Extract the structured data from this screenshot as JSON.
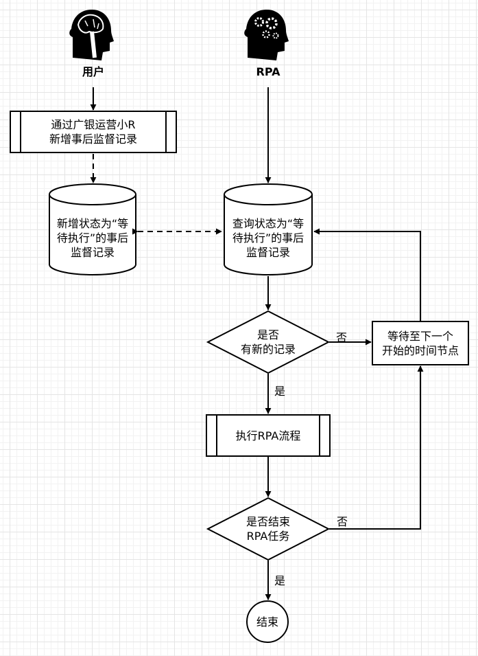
{
  "actors": {
    "user": {
      "label": "用户",
      "icon": "brain-head-icon"
    },
    "rpa": {
      "label": "RPA",
      "icon": "gears-head-icon"
    }
  },
  "nodes": {
    "user_process": "通过广银运营小R\n新增事后监督记录",
    "user_db": "新增状态为“等\n待执行”的事后\n监督记录",
    "rpa_db": "查询状态为“等\n待执行”的事后\n监督记录",
    "decision_new": "是否\n有新的记录",
    "wait_box": "等待至下一个\n开始的时间节点",
    "rpa_process": "执行RPA流程",
    "decision_end": "是否结束\nRPA任务",
    "end": "结束"
  },
  "edge_labels": {
    "new_no": "否",
    "new_yes": "是",
    "end_no": "否",
    "end_yes": "是"
  }
}
